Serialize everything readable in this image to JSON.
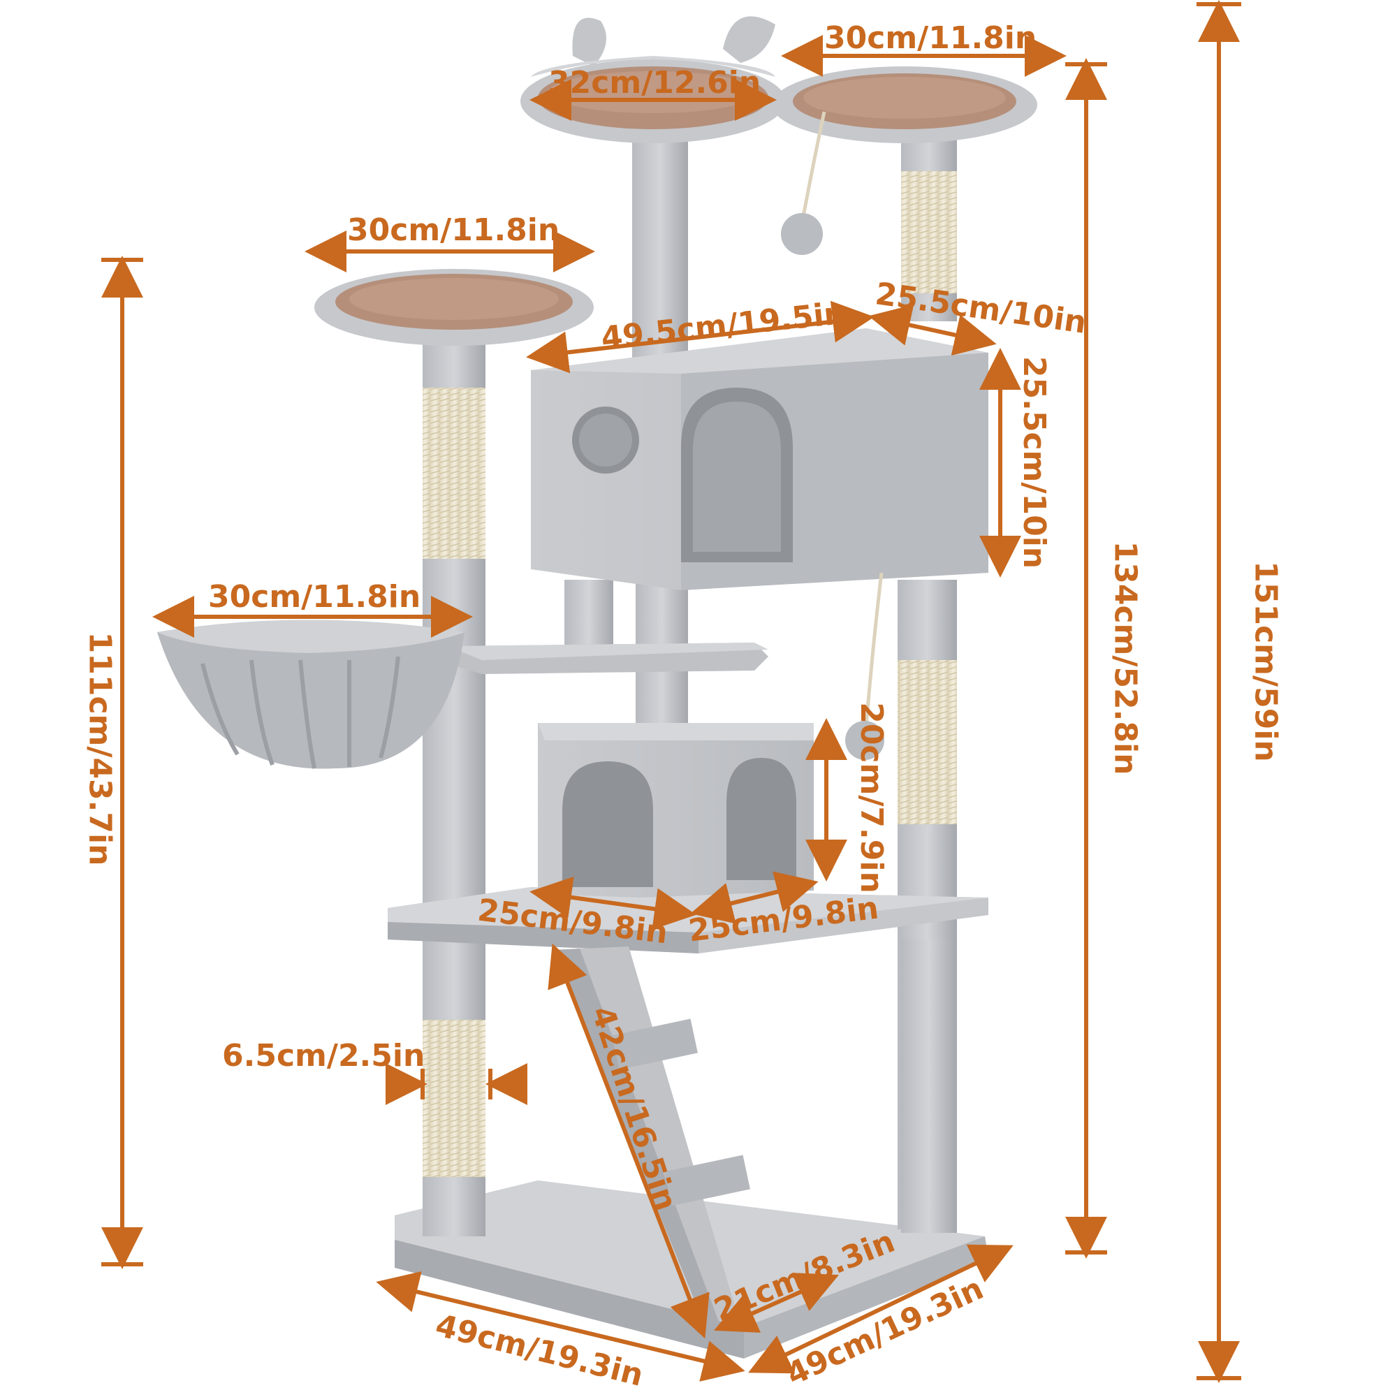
{
  "colors": {
    "accent": "#c8691f",
    "fur": "#c4c6ca",
    "fur_dark": "#a9acb1",
    "fur_shadow": "#8e9196",
    "sisal": "#efe8d4",
    "platform_top": "#b58f7a",
    "background": "#ffffff"
  },
  "dimensions": {
    "top_bowl_width": "32cm/12.6in",
    "top_right_platform_width": "30cm/11.8in",
    "left_platform_width": "30cm/11.8in",
    "hammock_width": "30cm/11.8in",
    "condo_width": "49.5cm/19.5in",
    "condo_depth": "25.5cm/10in",
    "condo_height": "25.5cm/10in",
    "lower_condo_height": "20cm/7.9in",
    "lower_condo_width": "25cm/9.8in",
    "lower_condo_depth": "25cm/9.8in",
    "post_diameter": "6.5cm/2.5in",
    "ramp_length": "42cm/16.5in",
    "ramp_width": "21cm/8.3in",
    "base_width": "49cm/19.3in",
    "base_depth": "49cm/19.3in",
    "height_left": "111cm/43.7in",
    "height_mid": "134cm/52.8in",
    "height_total": "151cm/59in"
  }
}
